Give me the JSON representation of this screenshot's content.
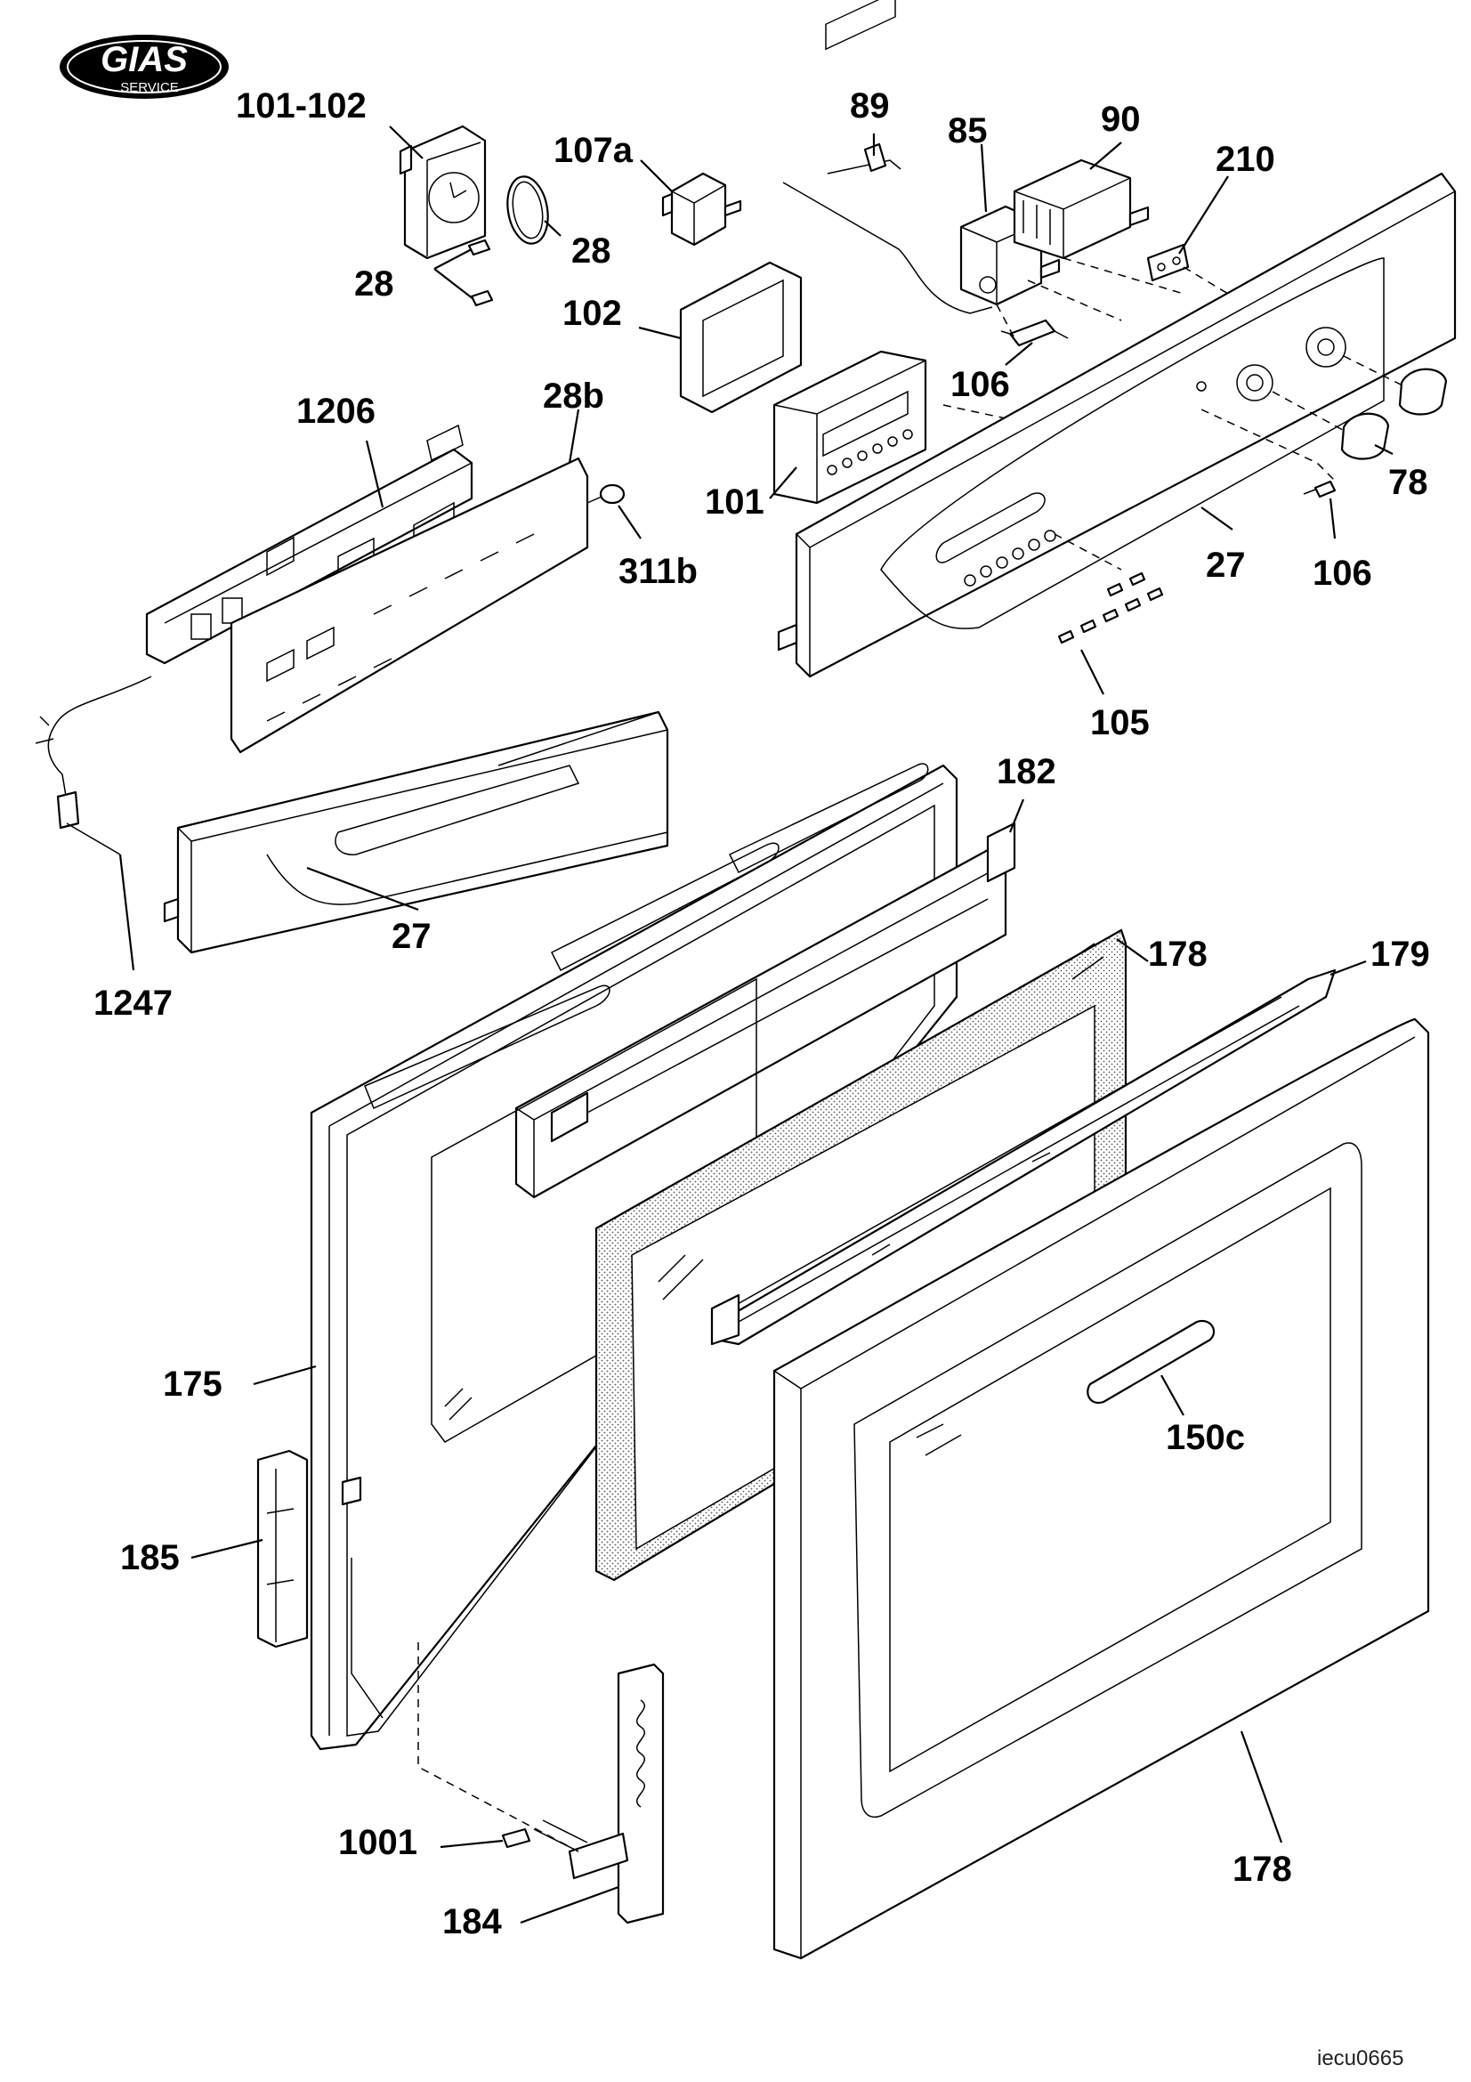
{
  "brand": {
    "logo_text": "GIAS",
    "logo_subtext": "SERVICE"
  },
  "reference_code": "iecu0665",
  "labels": {
    "l_101_102": "101-102",
    "l_107a": "107a",
    "l_89": "89",
    "l_85": "85",
    "l_90": "90",
    "l_210": "210",
    "l_28_a": "28",
    "l_28_b": "28",
    "l_102": "102",
    "l_106_a": "106",
    "l_1206": "1206",
    "l_28b": "28b",
    "l_311b": "311b",
    "l_101": "101",
    "l_78": "78",
    "l_27_a": "27",
    "l_106_b": "106",
    "l_105": "105",
    "l_182": "182",
    "l_27_b": "27",
    "l_1247": "1247",
    "l_178_a": "178",
    "l_179": "179",
    "l_175": "175",
    "l_150c": "150c",
    "l_185": "185",
    "l_1001": "1001",
    "l_184": "184",
    "l_178_b": "178"
  }
}
